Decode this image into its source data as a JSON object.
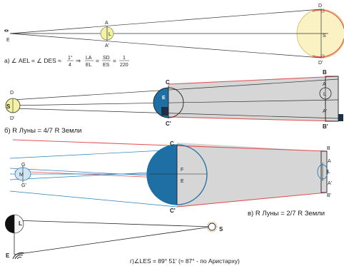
{
  "panel_a": {
    "labels": {
      "eye": "E",
      "moon_top": "A",
      "moon_center": "L",
      "moon_bottom": "A'",
      "sun_top": "D",
      "sun_center": "S",
      "sun_bottom": "D'"
    },
    "caption": {
      "prefix": "а) ∠ AEL = ∠ DES ≈",
      "angle_num": "1°",
      "angle_den": "4",
      "arrow": "⇒",
      "r1_num": "LA",
      "r1_den": "EL",
      "eq1": "=",
      "r2_num": "SD",
      "r2_den": "ES",
      "eq2": "=",
      "r3_num": "1",
      "r3_den": "220"
    }
  },
  "panel_b": {
    "labels": {
      "sun_top": "D",
      "sun_center": "S",
      "sun_bottom": "D'",
      "earth_top": "C",
      "earth_center": "E",
      "earth_bottom": "C'",
      "box_top": "B",
      "moon_top": "A",
      "moon_center": "L",
      "moon_bottom": "A'",
      "box_bottom": "B'"
    },
    "caption": "б) R Луны = 4/7 R Земли"
  },
  "panel_c": {
    "labels": {
      "moon_top": "G",
      "moon_center": "M",
      "moon_bottom": "G'",
      "earth_top": "C",
      "earth_f": "F",
      "earth_e": "E",
      "earth_bottom": "C'",
      "box_top": "B",
      "ring_top": "A",
      "ring_center": "L",
      "ring_bottom": "A'",
      "box_bottom": "B'"
    },
    "caption": "в) R Луны = 2/7 R Земли"
  },
  "panel_d": {
    "labels": {
      "moon": "L",
      "observer": "E",
      "sun": "S"
    },
    "caption": "г)∠LES = 89° 51' (≈ 87° - по Аристарху)"
  }
}
